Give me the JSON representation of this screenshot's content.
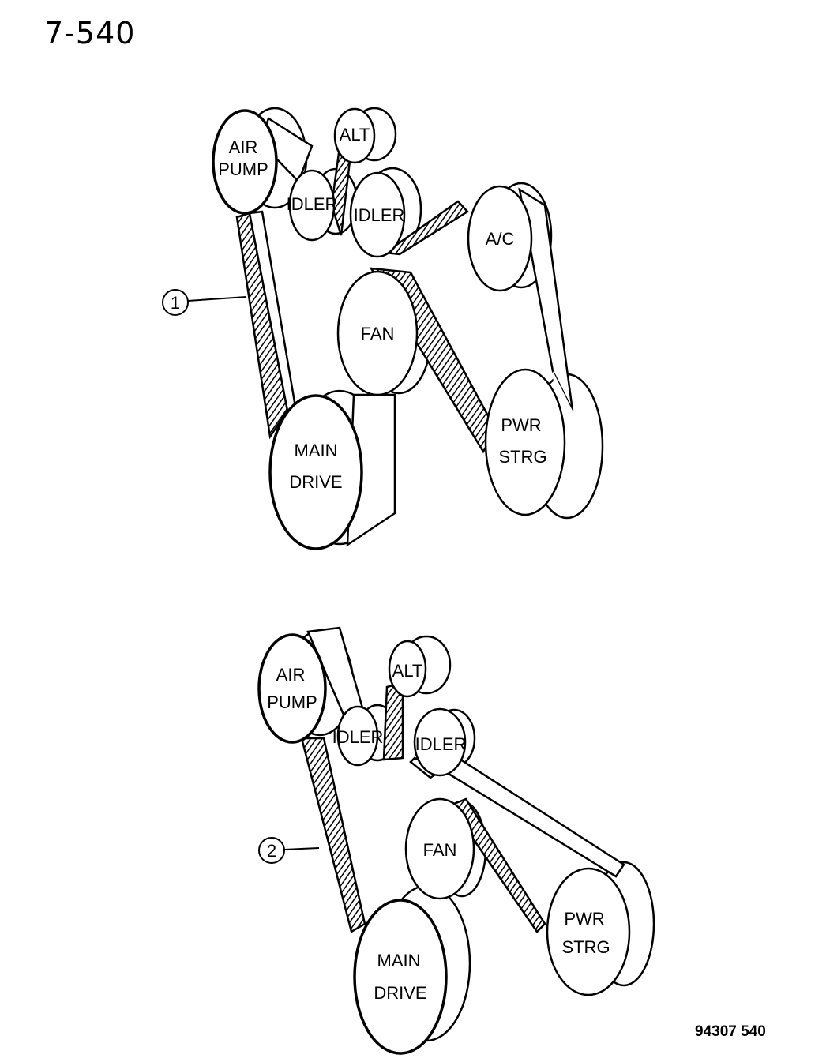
{
  "page_code": "7-540",
  "figure_code": "94307  540",
  "colors": {
    "line": "#000000",
    "belt_fill": "#1a1a1a",
    "pulley_fill": "#ffffff"
  },
  "diagram_1": {
    "callout": "1",
    "pulleys": {
      "air_pump": [
        "AIR",
        "PUMP"
      ],
      "idler_left": [
        "IDLER"
      ],
      "alt": [
        "ALT"
      ],
      "idler_right": [
        "IDLER"
      ],
      "ac": [
        "A/C"
      ],
      "fan": [
        "FAN"
      ],
      "main_drive": [
        "MAIN",
        "DRIVE"
      ],
      "pwr_strg": [
        "PWR",
        "STRG"
      ]
    }
  },
  "diagram_2": {
    "callout": "2",
    "pulleys": {
      "air_pump": [
        "AIR",
        "PUMP"
      ],
      "idler_left": [
        "IDLER"
      ],
      "alt": [
        "ALT"
      ],
      "idler_right": [
        "IDLER"
      ],
      "fan": [
        "FAN"
      ],
      "main_drive": [
        "MAIN",
        "DRIVE"
      ],
      "pwr_strg": [
        "PWR",
        "STRG"
      ]
    }
  }
}
